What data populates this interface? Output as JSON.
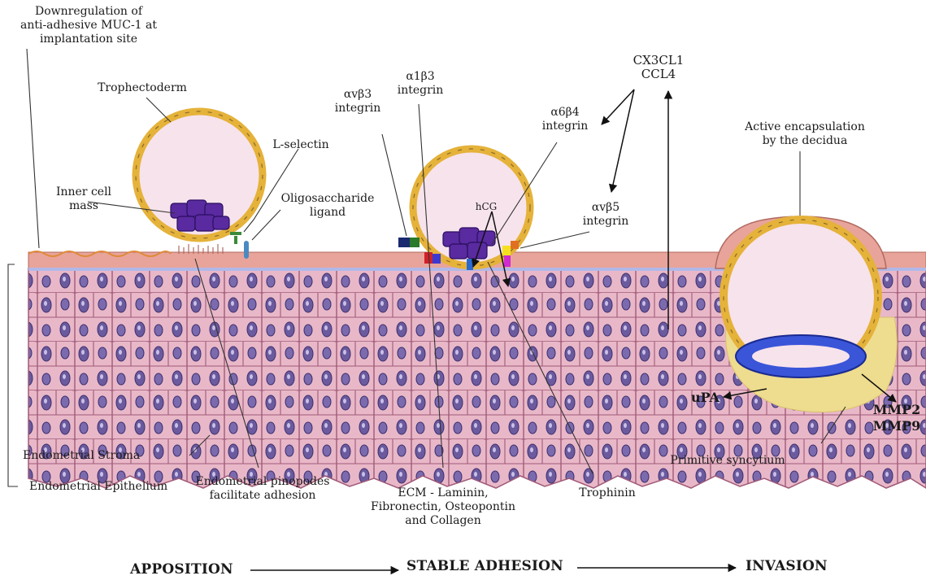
{
  "labels": {
    "muc1": [
      "Downregulation of",
      "anti-adhesive MUC-1 at",
      "implantation site"
    ],
    "trophectoderm": "Trophectoderm",
    "inner_cell_mass": [
      "Inner cell",
      "mass"
    ],
    "l_selectin": "L-selectin",
    "oligosaccharide": [
      "Oligosaccharide",
      "ligand"
    ],
    "avb3": [
      "αvβ3",
      "integrin"
    ],
    "a1b3": [
      "α1β3",
      "integrin"
    ],
    "a6b4": [
      "α6β4",
      "integrin"
    ],
    "avb5": [
      "αvβ5",
      "integrin"
    ],
    "hcg": "hCG",
    "chemokines": [
      "CX3CL1",
      "CCL4"
    ],
    "encapsulation": [
      "Active encapsulation",
      "by the decidua"
    ],
    "upa": "uPA",
    "mmp": [
      "MMP2",
      "MMP9"
    ],
    "primitive_syncytium": "Primitive syncytium",
    "endometrial_stroma": "Endometrial Stroma",
    "endometrial_epithelium": "Endometrial Epithelium",
    "pinopodes": [
      "Endometrial pinopodes",
      "facilitate adhesion"
    ],
    "ecm": [
      "ECM - Laminin,",
      "Fibronectin, Osteopontin",
      "and Collagen"
    ],
    "trophinin": "Trophinin"
  },
  "stages": [
    "APPOSITION",
    "STABLE ADHESION",
    "INVASION"
  ],
  "colors": {
    "stroma": "#e9b8c8",
    "cell_border": "#a05a78",
    "nucleus": "#6b5a9e",
    "epithelium": "#e8a49a",
    "blastocyst_ring": "#e5b23a",
    "blastocoel": "#f7e3ec",
    "icm": "#5a2aa0",
    "decidua_halo": "#eedc8f"
  }
}
